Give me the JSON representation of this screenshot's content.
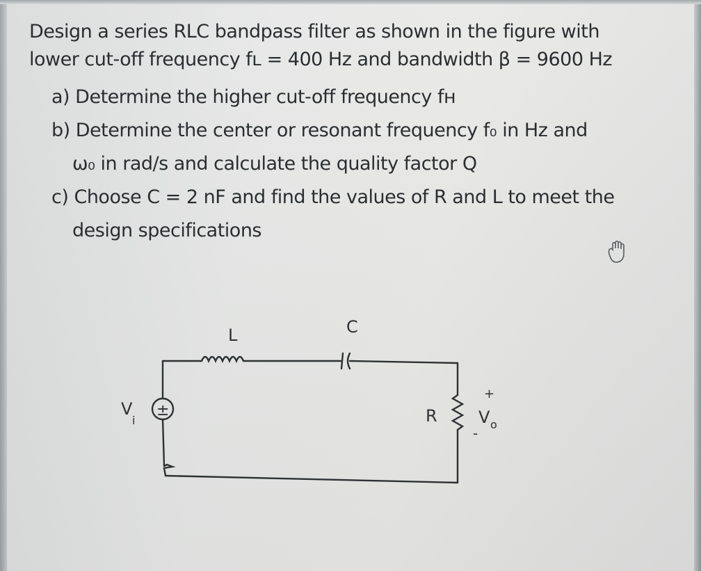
{
  "problem": {
    "intro_line1": "Design a series RLC bandpass filter as shown in the figure with",
    "intro_line2": "lower cut-off frequency  fʟ = 400 Hz  and bandwidth β = 9600 Hz",
    "part_a": "a) Determine the higher cut-off frequency fʜ",
    "part_b_line1": "b) Determine the center or resonant frequency  f₀ in Hz and",
    "part_b_line2": "ω₀ in rad/s and calculate the quality factor Q",
    "part_c_line1": "c) Choose C = 2 nF and find the values of R and L to meet the",
    "part_c_line2": "design specifications"
  },
  "circuit": {
    "label_L": "L",
    "label_C": "C",
    "label_R": "R",
    "label_vi": "V",
    "label_vi_sub": "i",
    "label_vo": "V",
    "label_vo_sub": "o",
    "plus_sign": "+",
    "minus_sign": "-",
    "source_symbol": "±"
  },
  "colors": {
    "paper": "#e8e9e7",
    "ink": "#2b2e31"
  },
  "icons": {
    "cursor": "hand-pointer-icon"
  }
}
